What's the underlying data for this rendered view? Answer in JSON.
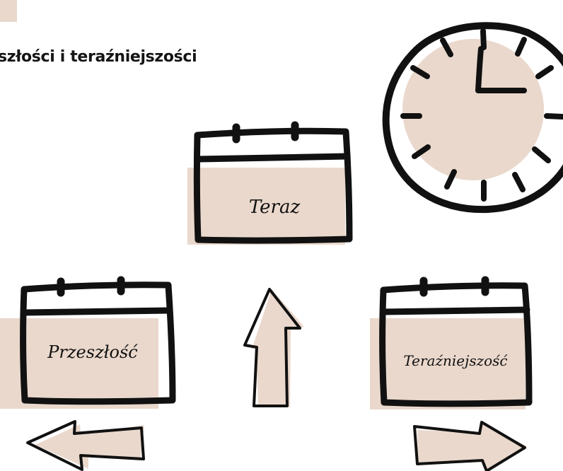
{
  "title": "szłości i teraźniejszości",
  "calendars": {
    "now": {
      "label": "Teraz"
    },
    "past": {
      "label": "Przeszłość"
    },
    "present": {
      "label": "Teraźniejszość"
    }
  },
  "colors": {
    "accent": "#ead8cc",
    "ink": "#111111",
    "background": "#ffffff"
  },
  "icons": [
    "clock-icon",
    "calendar-icon",
    "arrow-up-icon",
    "arrow-left-icon",
    "arrow-right-icon"
  ]
}
